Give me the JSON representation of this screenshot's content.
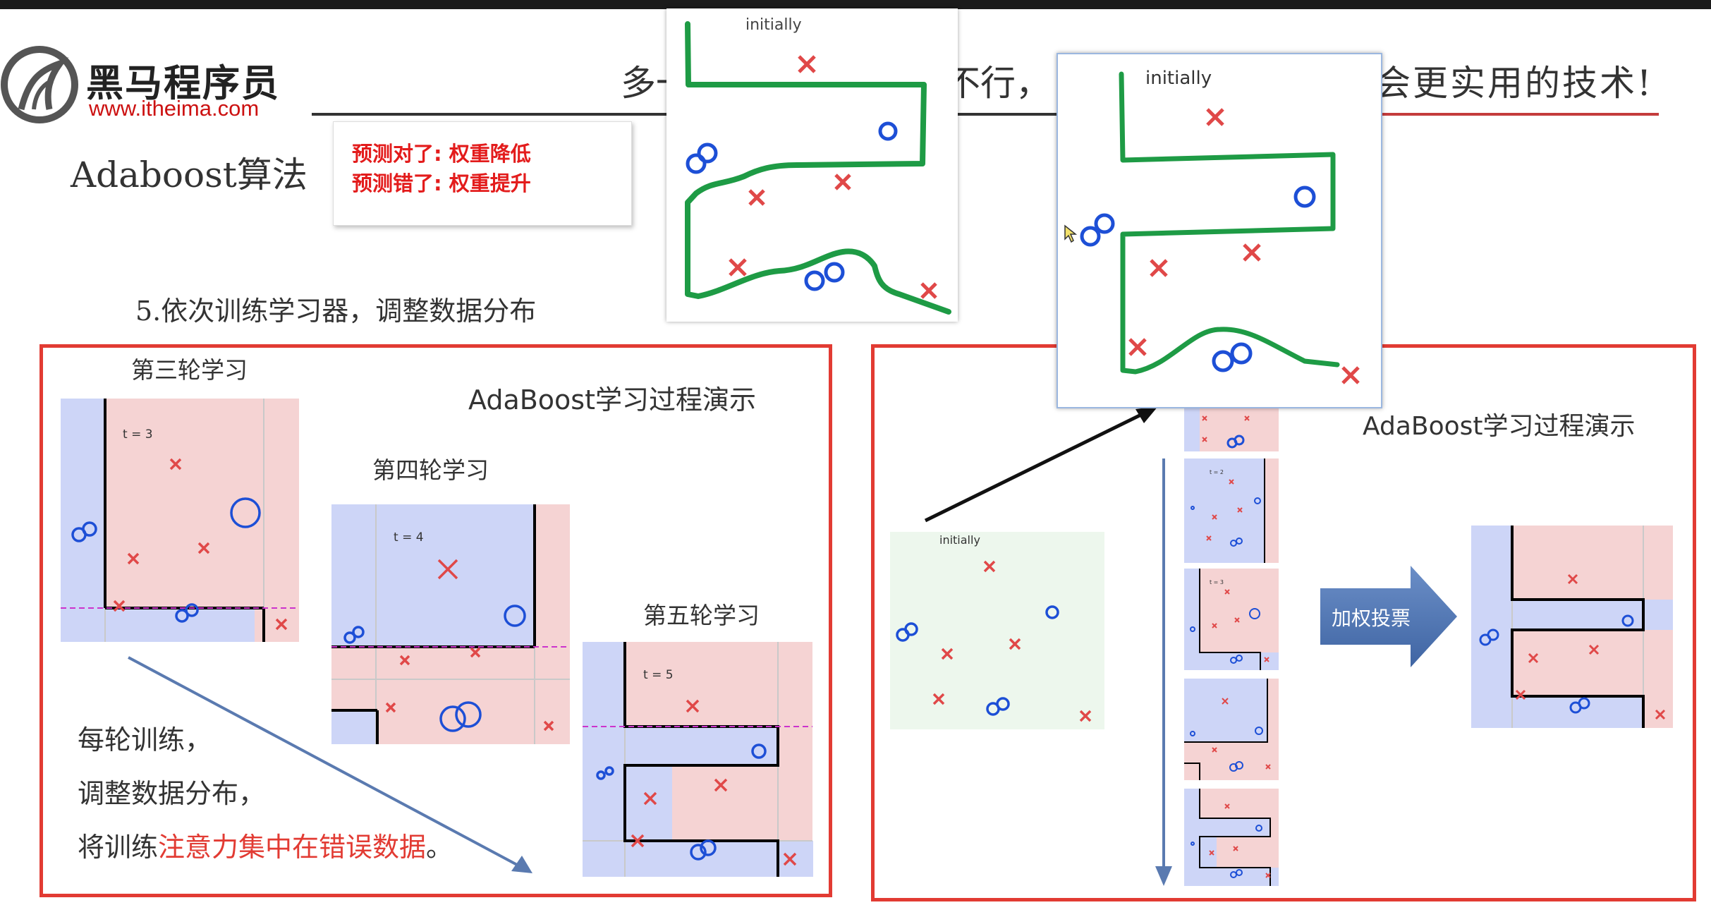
{
  "header": {
    "brand_name": "黑马程序员",
    "site": "www.itheima.com",
    "slogan_left": "多一",
    "slogan_mid": "不行，",
    "slogan_right": "会更实用的技术!"
  },
  "slide": {
    "title": "Adaboost算法",
    "note_line1": "预测对了: 权重降低",
    "note_line2": "预测错了: 权重提升",
    "step": "5.依次训练学习器，调整数据分布"
  },
  "left_panel": {
    "title": "AdaBoost学习过程演示",
    "round3": "第三轮学习",
    "round4": "第四轮学习",
    "round5": "第五轮学习",
    "t3": "t = 3",
    "t4": "t = 4",
    "t5": "t = 5",
    "caption_line1": "每轮训练，",
    "caption_line2": "调整数据分布，",
    "caption_line3_prefix": "将训练",
    "caption_line3_highlight": "注意力集中在错误数据",
    "caption_line3_suffix": "。"
  },
  "right_panel": {
    "title": "AdaBoost学习过程演示",
    "initially": "initially",
    "vote_label": "加权投票",
    "t_small": "t = 3"
  },
  "overlays": {
    "top_initially": "initially",
    "big_initially": "initially"
  },
  "colors": {
    "accent_red": "#e23b33",
    "boundary_green": "#1e9b45",
    "point_blue": "#1d4fd6",
    "region_blue": "#cdd5f7",
    "region_pink": "#f5d3d3",
    "region_green": "#edf7ed"
  }
}
